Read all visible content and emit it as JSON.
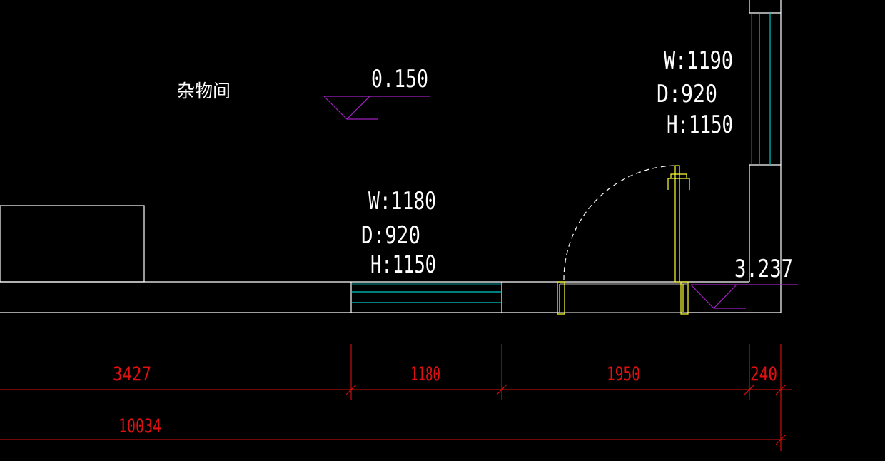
{
  "colors": {
    "background": "#000000",
    "wall": "#ffffff",
    "glazing": "#00c8c8",
    "door": "#ffff33",
    "level": "#a020c0",
    "dimension": "#e01010",
    "text": "#ffffff"
  },
  "room": {
    "name": "杂物间"
  },
  "levels": [
    {
      "value": "0.150"
    },
    {
      "value": "3.237"
    }
  ],
  "windows": [
    {
      "width": "W:1180",
      "depth": "D:920",
      "height": "H:1150"
    },
    {
      "width": "W:1190",
      "depth": "D:920",
      "height": "H:1150"
    }
  ],
  "dimensions": {
    "segments": [
      "3427",
      "1180",
      "1950",
      "240"
    ],
    "total": "10034"
  }
}
